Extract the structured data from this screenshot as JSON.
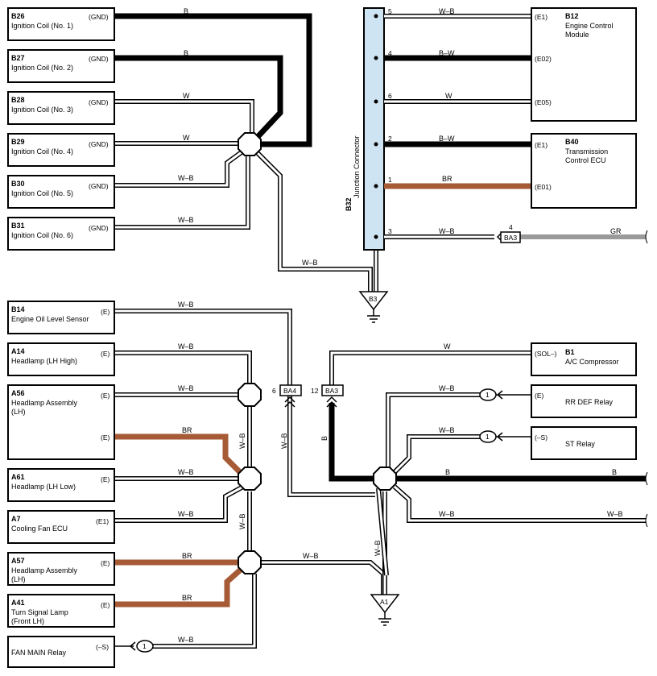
{
  "components_top": [
    {
      "code": "B26",
      "name": [
        "Ignition Coil (No. 1)"
      ],
      "pin": "(GND)",
      "wire": "B"
    },
    {
      "code": "B27",
      "name": [
        "Ignition Coil (No. 2)"
      ],
      "pin": "(GND)",
      "wire": "B"
    },
    {
      "code": "B28",
      "name": [
        "Ignition Coil (No. 3)"
      ],
      "pin": "(GND)",
      "wire": "W"
    },
    {
      "code": "B29",
      "name": [
        "Ignition Coil (No. 4)"
      ],
      "pin": "(GND)",
      "wire": "W"
    },
    {
      "code": "B30",
      "name": [
        "Ignition Coil (No. 5)"
      ],
      "pin": "(GND)",
      "wire": "W–B"
    },
    {
      "code": "B31",
      "name": [
        "Ignition Coil (No. 6)"
      ],
      "pin": "(GND)",
      "wire": "W–B"
    }
  ],
  "junction_connector": {
    "code": "B32",
    "name": "Junction Connector"
  },
  "jc_pins": [
    {
      "pin": "5",
      "wire": "W–B",
      "term": "(E1)"
    },
    {
      "pin": "4",
      "wire": "B–W",
      "term": "(E02)"
    },
    {
      "pin": "6",
      "wire": "W",
      "term": "(E05)"
    },
    {
      "pin": "2",
      "wire": "B–W",
      "term": "(E1)"
    },
    {
      "pin": "1",
      "wire": "BR",
      "term": "(E01)"
    },
    {
      "pin": "3",
      "wire": "W–B"
    }
  ],
  "ecm": {
    "code": "B12",
    "name": [
      "Engine Control",
      "Module"
    ]
  },
  "tcu": {
    "code": "B40",
    "name": [
      "Transmission",
      "Control ECU"
    ]
  },
  "ba3_top": {
    "label": "BA3",
    "pin": "4",
    "wire": "GR"
  },
  "ground_b3": {
    "label": "B3",
    "wire": "W–B"
  },
  "components_bottom": [
    {
      "code": "B14",
      "name": [
        "Engine Oil Level Sensor"
      ],
      "pins": [
        {
          "pin": "(E)",
          "wire": "W–B"
        }
      ]
    },
    {
      "code": "A14",
      "name": [
        "Headlamp (LH High)"
      ],
      "pins": [
        {
          "pin": "(E)",
          "wire": "W–B"
        }
      ]
    },
    {
      "code": "A56",
      "name": [
        "Headlamp Assembly",
        "(LH)"
      ],
      "pins": [
        {
          "pin": "(E)",
          "wire": "W–B"
        },
        {
          "pin": "(E)",
          "wire": "BR"
        }
      ]
    },
    {
      "code": "A61",
      "name": [
        "Headlamp (LH Low)"
      ],
      "pins": [
        {
          "pin": "(E)",
          "wire": "W–B"
        }
      ]
    },
    {
      "code": "A7",
      "name": [
        "Cooling Fan ECU"
      ],
      "pins": [
        {
          "pin": "(E1)",
          "wire": "W–B"
        }
      ]
    },
    {
      "code": "A57",
      "name": [
        "Headlamp Assembly",
        "(LH)"
      ],
      "pins": [
        {
          "pin": "(E)",
          "wire": "BR"
        }
      ]
    },
    {
      "code": "A41",
      "name": [
        "Turn Signal Lamp",
        "(Front LH)"
      ],
      "pins": [
        {
          "pin": "(E)",
          "wire": "BR"
        }
      ]
    },
    {
      "code": "",
      "name": [
        "FAN MAIN Relay"
      ],
      "pins": [
        {
          "pin": "(–S)",
          "wire": "W–B"
        }
      ]
    }
  ],
  "connectors_mid": {
    "ba4": {
      "label": "BA4",
      "pin": "6",
      "wire": "W–B"
    },
    "ba3": {
      "label": "BA3",
      "pin": "12",
      "wire": "B"
    }
  },
  "components_right": [
    {
      "code": "B1",
      "name": [
        "A/C Compressor"
      ],
      "pin": "(SOL–)",
      "wire": "W"
    },
    {
      "code": "",
      "name": [
        "RR DEF Relay"
      ],
      "pin": "(E)",
      "wire": "W–B",
      "conn": "1"
    },
    {
      "code": "",
      "name": [
        "ST Relay"
      ],
      "pin": "(–S)",
      "wire": "W–B",
      "conn": "1"
    }
  ],
  "right_wires": [
    {
      "wire": "B"
    },
    {
      "wire": "W–B"
    }
  ],
  "left_vertical_wires": [
    "W–B",
    "W–B"
  ],
  "right_vertical_wire": "W–B",
  "splice_a57_wire": "W–B",
  "ground_a1": {
    "label": "A1"
  },
  "fan_conn": "1"
}
